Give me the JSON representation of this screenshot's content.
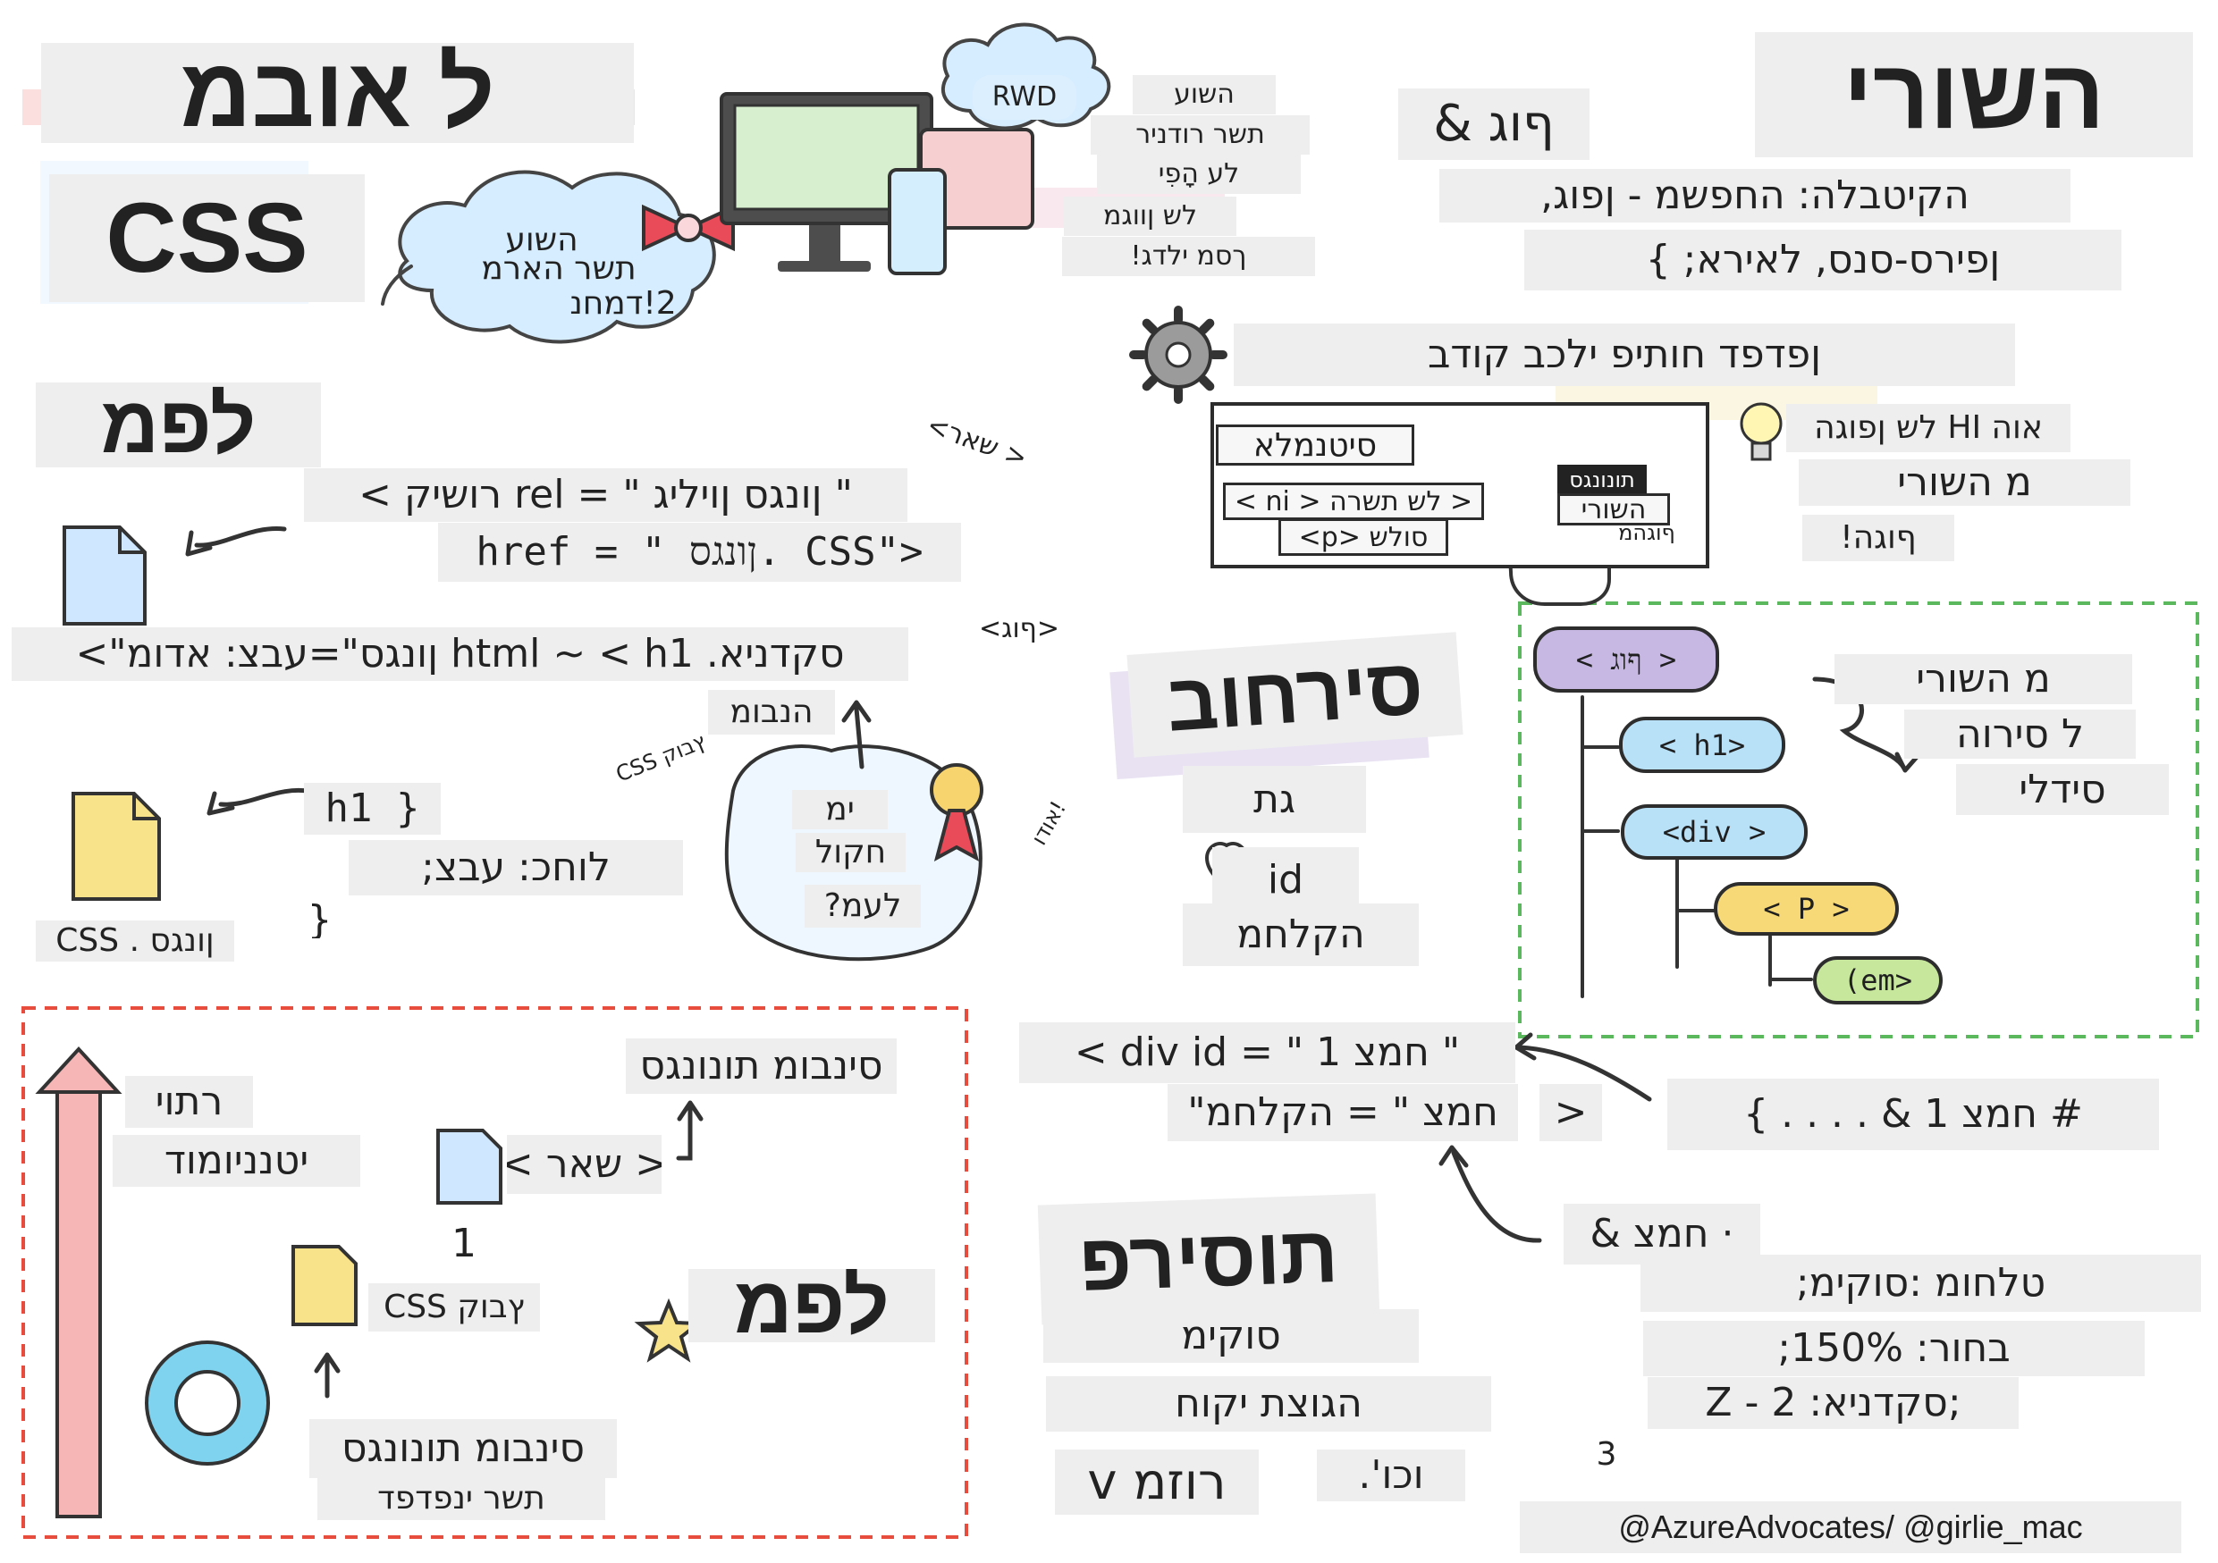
{
  "colors": {
    "paper": "#ffffff",
    "ink": "#1f1f1f",
    "gray_label": "#eeeeee",
    "red_dash": "#e74c3c",
    "green_dash": "#5cb85c",
    "purple": "#b8a6d9",
    "blue": "#9fd0f0",
    "yellow": "#f5d36d",
    "green": "#b7de8b",
    "pink": "#f7b7b7",
    "cloud_blue": "#d6ecff",
    "arrow_pink": "#f6b6b6",
    "gear_gray": "#9b9b9b",
    "ribbon_red": "#e94b59",
    "doc_blue": "#cfe8ff",
    "doc_yellow": "#f8e28a"
  },
  "icons": [
    "gear-icon",
    "light-bulb-icon",
    "document-html-icon",
    "document-css-icon",
    "heart-icon",
    "star-icon",
    "edge-logo",
    "pointing-hand-icon",
    "bow-tie-icon",
    "medal-icon",
    "desktop-icon",
    "tablet-icon",
    "phone-icon"
  ],
  "title": {
    "line1": "ל אובמ",
    "line2": "CSS"
  },
  "section_labels": {
    "left_focus": "לפמ",
    "focus_box": "לפמ"
  },
  "cloud_note": {
    "line1": "השוע",
    "line2": "תשר הארמ",
    "line3": "2!דמחנ"
  },
  "rwd": {
    "badge": "RWD",
    "labels": [
      "השוע",
      "תשר רודניר",
      "לע הָפִי",
      "לש ןווגמ",
      "ךסמ ילדג!"
    ]
  },
  "links": {
    "line1": "\" ןונגס ןויליג \" = rel רושיק >",
    "line2": "href = \" ןונגס. CSS\">",
    "line3": "סקדניא. html ~ < h1 ןונגס\"=עבצ: אדומ\">",
    "bubble_top": "< שאר>",
    "bubble_mid": "<ףוג>"
  },
  "css_rule": {
    "line1": "h1 }",
    "line2": "לוחכ: עבצ;",
    "line3": "}",
    "file_label": "ןונגס . CSS"
  },
  "bubble_group": {
    "arrow_label": "הנבומ",
    "file_label": "ץבוק CSS",
    "line1": "ימ",
    "line2": "חקול",
    "line3": "לעמ?",
    "badge": "!אודו"
  },
  "right_top": {
    "title": "השורי",
    "subtitle": "ףוג &",
    "line1": "הקיטבלה: החפשמ - ןפוג,",
    "line2": "ןפירס-סנס, לאירא; }"
  },
  "devtools": {
    "title": "ןפדפד חותיפ ילכב קודב",
    "elements_header": "סיטנמלא",
    "styles_tab": "תונונגס",
    "row1": "< ni > לש תשרה >",
    "row2": "<p> סולש",
    "inherited": "השורי",
    "inherited_sub": "ףוגהמ"
  },
  "tips": {
    "line1": "אוה HI לש ןפוגה",
    "line2": "מ השורי",
    "line3": "ףוגה!"
  },
  "specificity": {
    "title": "סירחוב",
    "line1": "גת",
    "line2": "id",
    "line3": "הקלחמ"
  },
  "inheritance": {
    "line1": "מ השורי",
    "line2": "ל סירוה",
    "line3": "סידלי",
    "nodes": [
      "< ףוג >",
      "< h1>",
      "<div >",
      "< P >",
      "(em>"
    ]
  },
  "id_example": {
    "line1": "< div id = \" 1 חמצ \"",
    "line2": "חמצ \" = הקלחמ\"",
    "line2_suffix": ">",
    "selector": "# חמצ 1 & . . . . }"
  },
  "position": {
    "title": "תוסירפ",
    "line1": "סוקימ",
    "line2": "הגוצת יקוח",
    "line3": "v רוזמ",
    "line4": "וכו'."
  },
  "z_index": {
    "header": "· חמצ &",
    "line1": "טלחומ :סוקימ;",
    "line2": "בחור: 150%;",
    "line3": "Z - 2 :סקדניא;",
    "end": "3"
  },
  "bottom_left": {
    "arrow_top": "רתוי",
    "arrow_bottom": "יטנניומוד",
    "top_label": "סינבומ תונונגס",
    "head_tag": "< שאר >",
    "count": "1",
    "file_label": "ץבוק CSS",
    "edge_label": "סינבומ תונונגס",
    "edge_sub": "תשר ינפדפד"
  },
  "credits": {
    "handle": "@AzureAdvocates/ @girlie_mac"
  }
}
